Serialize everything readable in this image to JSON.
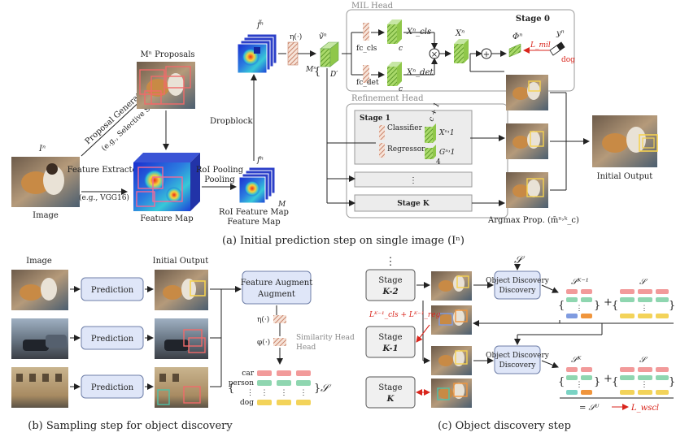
{
  "diagram": {
    "part_a": {
      "caption": "(a) Initial prediction step on single image (Iⁿ)",
      "image_label": "Image",
      "image_symbol": "Iⁿ",
      "proposals_label": "Mⁿ Proposals",
      "proposal_generation": "Proposal Generation",
      "selective_search": "(e.g., Selective Search)",
      "feature_extractor": "Feature Extractor",
      "vgg16": "(e.g., VGG16)",
      "feature_map_label": "Feature Map",
      "roi_pooling": "RoI Pooling",
      "roi_feature_map": "RoI Feature Map",
      "dropblock": "Dropblock",
      "f_tilde": "f̃ⁿ",
      "f_n": "fⁿ",
      "eta": "η(·)",
      "v_tilde": "ṽⁿ",
      "M_n": "Mⁿ",
      "D_prime": "D′",
      "mil_head": "MIL Head",
      "stage0": "Stage 0",
      "fc_cls": "fc_cls",
      "fc_det": "fc_det",
      "x_cls": "Xⁿ_cls",
      "x_det": "Xⁿ_det",
      "c_sub": "c",
      "x_n": "Xⁿ",
      "phi_n": "Φⁿ",
      "l_mil": "L_mil",
      "y_n": "yⁿ",
      "dog_sub": "dog",
      "refinement_head": "Refinement Head",
      "stage1": "Stage 1",
      "classifier": "Classifier",
      "regressor": "Regressor",
      "c_plus_1": "c + 1",
      "x_n1": "Xⁿ˒1",
      "g_n1": "Gⁿ˒1",
      "four": "4",
      "vdots": "⋮",
      "stage_k": "Stage K",
      "argmax_prop": "Argmax Prop. (m̄ⁿ˒ᵏ_c)",
      "initial_output": "Initial Output"
    },
    "part_b": {
      "caption": "(b) Sampling step for object discovery",
      "image_label": "Image",
      "initial_output": "Initial Output",
      "prediction": "Prediction",
      "feature_augment": "Feature Augment",
      "eta": "η(·)",
      "phi": "φ(·)",
      "similarity_head": "Similarity Head",
      "classes": [
        "car",
        "person",
        "⋮",
        "dog"
      ],
      "s_symbol": "𝒮"
    },
    "part_c": {
      "caption": "(c) Object discovery step",
      "vdots": "⋮",
      "stage_k2": "Stage",
      "stage_k2_sub": "K-2",
      "stage_k1": "Stage",
      "stage_k1_sub": "K-1",
      "stage_k": "Stage",
      "stage_k_sub": "K",
      "object_discovery": "Object Discovery",
      "s_symbol": "𝒮",
      "s_k_minus_1": "𝒮ᴷ⁻¹",
      "s_k": "𝒮ᴷ",
      "loss_cls_reg": "Lᴷ⁻¹_cls + Lᴷ⁻¹_reg",
      "plus": "+",
      "vdots_small": "⋮",
      "s_u": "= 𝒮ᵁ",
      "l_wscl": "L_wscl"
    },
    "colors": {
      "box_blue": "#dfe6f8",
      "box_stroke": "#6f7fa8",
      "head_gray": "#f0f0f0",
      "green": "#8fc74a",
      "red_arrow": "#d9251c",
      "row_red": "#f29a9a",
      "row_green": "#8fd6b0",
      "row_yellow": "#f3d35a",
      "row_blue": "#7f9be0",
      "row_orange": "#f0953c",
      "row_teal": "#7ad3c4"
    }
  }
}
